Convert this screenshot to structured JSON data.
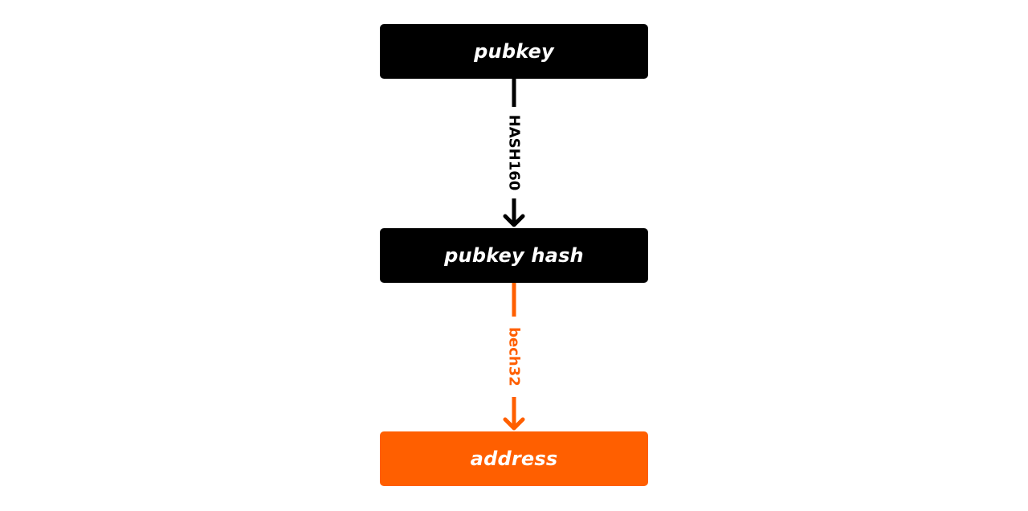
{
  "nodes": {
    "pubkey": "pubkey",
    "pubkey_hash": "pubkey hash",
    "address": "address"
  },
  "edges": {
    "hash160": "HASH160",
    "bech32": "bech32"
  },
  "colors": {
    "black": "#000000",
    "orange": "#ff5f00",
    "text": "#ffffff"
  }
}
